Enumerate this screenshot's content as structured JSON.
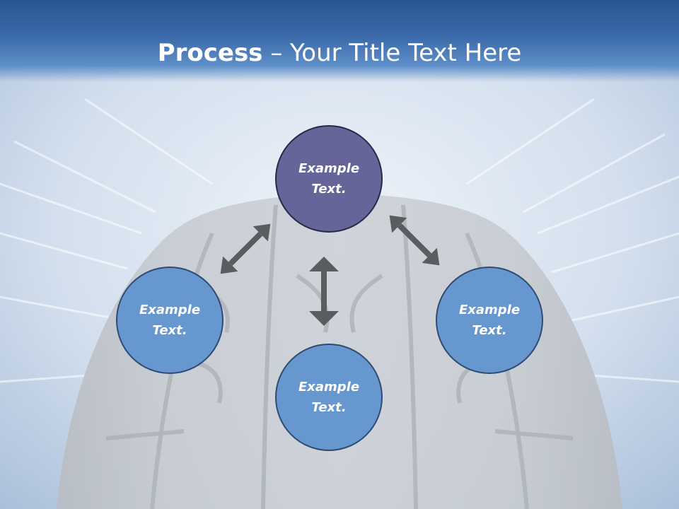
{
  "slide": {
    "title_bold": "Process",
    "title_rest": " – Your Title Text Here"
  },
  "nodes": {
    "top": "Example Text.",
    "left": "Example Text.",
    "right": "Example Text.",
    "bottom": "Example Text."
  },
  "colors": {
    "title_bar": "#3b6aaa",
    "node_top": "#66659a",
    "node_blue": "#6797cf",
    "arrow": "#5a5c60",
    "tire": "#c3c7cd"
  },
  "icons": {
    "arrows": "double-headed-arrow-icon"
  }
}
